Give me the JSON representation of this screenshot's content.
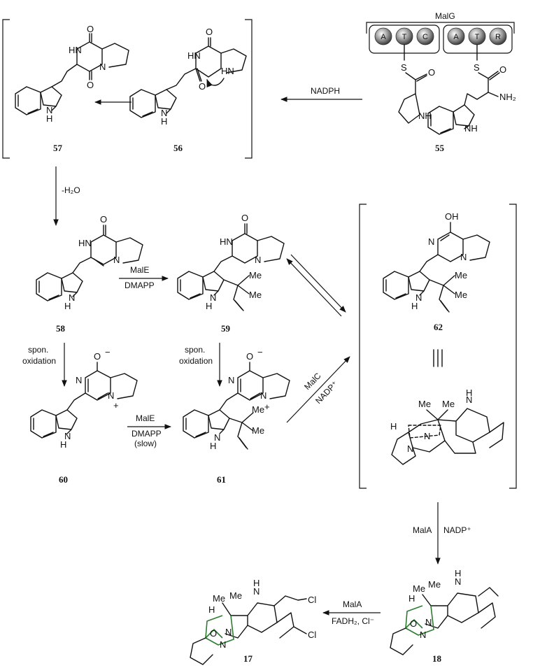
{
  "enzyme_header": "MalG",
  "domains_left": [
    "A",
    "T",
    "C"
  ],
  "domains_right": [
    "A",
    "T",
    "R"
  ],
  "compounds": {
    "c55": "55",
    "c56": "56",
    "c57": "57",
    "c58": "58",
    "c59": "59",
    "c60": "60",
    "c61": "61",
    "c62": "62",
    "c18": "18",
    "c17": "17"
  },
  "arrows": {
    "a55_56": "NADPH",
    "a57_58": "-H₂O",
    "a58_59_top": "MalE",
    "a58_59_bot": "DMAPP",
    "a58_60_top": "spon.",
    "a58_60_bot": "oxidation",
    "a59_61_top": "spon.",
    "a59_61_bot": "oxidation",
    "a60_61_top": "MalE",
    "a60_61_mid": "DMAPP",
    "a60_61_bot": "(slow)",
    "a61_62_top": "MalC",
    "a61_62_bot": "NADP⁺",
    "a62_18_left": "MalA",
    "a62_18_right": "NADP⁺",
    "a18_17_top": "MalA",
    "a18_17_bot": "FADH₂, Cl⁻"
  },
  "atoms": {
    "N": "N",
    "NH": "NH",
    "HN": "HN",
    "H": "H",
    "O": "O",
    "OH": "OH",
    "S": "S",
    "Me": "Me",
    "NH2": "NH₂",
    "Cl": "Cl",
    "plus": "+",
    "minus": "−"
  },
  "colors": {
    "highlight": "#2e7d32"
  }
}
